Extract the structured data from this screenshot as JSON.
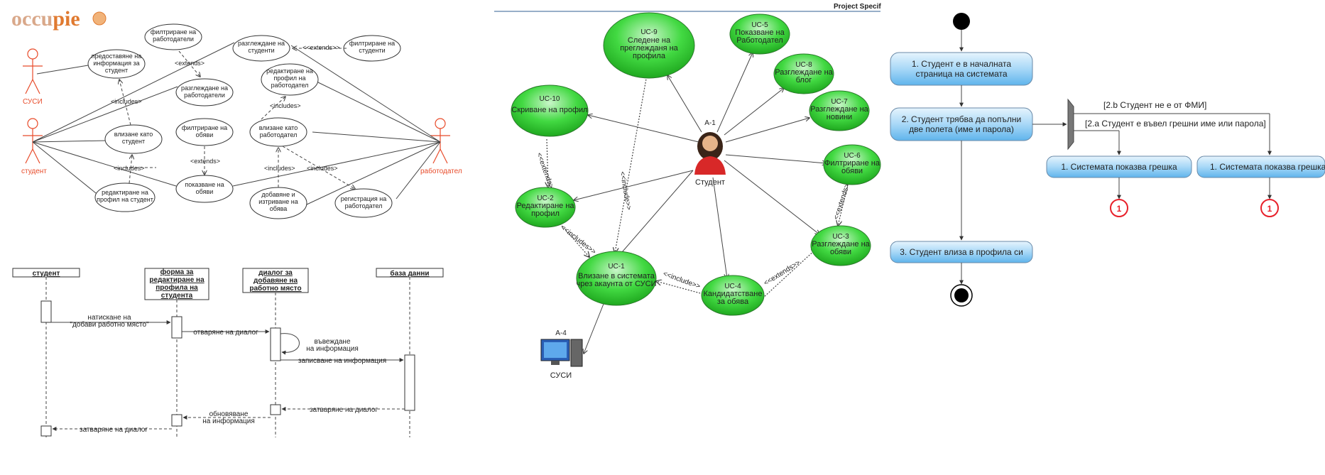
{
  "logo": {
    "text_a": "occu",
    "text_b": "pie"
  },
  "uc1": {
    "actors": {
      "susi": "СУСИ",
      "student": "студент",
      "employer": "работодател"
    },
    "cases": {
      "provide_info": [
        "предоставяне на",
        "информация за",
        "студент"
      ],
      "filter_employers": [
        "филтриране на",
        "работодатели"
      ],
      "view_students": [
        "разглеждане на",
        "студенти"
      ],
      "filter_students": [
        "филтриране на",
        "студенти"
      ],
      "view_employers": [
        "разглеждане на",
        "работодатели"
      ],
      "edit_employer": [
        "редактиране на",
        "профил на",
        "работодател"
      ],
      "login_student": [
        "влизане като",
        "студент"
      ],
      "filter_ads": [
        "филтриране на",
        "обяви"
      ],
      "login_employer": [
        "влизане като",
        "работодател"
      ],
      "edit_student": [
        "редактиране на",
        "профил на студент"
      ],
      "show_ads": [
        "показване на",
        "обяви"
      ],
      "add_remove_ad": [
        "добавяне и",
        "изтриване на",
        "обява"
      ],
      "register_employer": [
        "регистрация на",
        "работодател"
      ]
    },
    "rel": {
      "extends": "<extends>",
      "includes": "<includes>",
      "extends2": "<<extends>>"
    }
  },
  "seq": {
    "lifelines": {
      "student": "студент",
      "form": [
        "форма за",
        "редактиране на",
        "профила на",
        "студента"
      ],
      "dialog": [
        "диалог за",
        "добавяне на",
        "работно място"
      ],
      "db": "база данни"
    },
    "messages": {
      "press": [
        "натискане на",
        "\"добави работно място\""
      ],
      "open_dialog": "отваряне на диалог",
      "enter_info": [
        "въвеждане",
        "на информация"
      ],
      "save_info": "записване на информация",
      "close_dialog_1": "затваряне на диалог",
      "refresh": [
        "обновяване",
        "на информация"
      ],
      "close_dialog_2": "затваряне на диалог"
    }
  },
  "uc2": {
    "header": "Project Specif",
    "actor_student": {
      "id": "A-1",
      "name": "Студент"
    },
    "actor_susi": {
      "id": "A-4",
      "name": "СУСИ"
    },
    "cases": {
      "uc9": {
        "id": "UC-9",
        "lines": [
          "Следене на",
          "преглежданя на",
          "профила"
        ]
      },
      "uc5": {
        "id": "UC-5",
        "lines": [
          "Показване на",
          "Работодател"
        ]
      },
      "uc8": {
        "id": "UC-8",
        "lines": [
          "Разглеждане на",
          "блог"
        ]
      },
      "uc7": {
        "id": "UC-7",
        "lines": [
          "Разглеждане на",
          "новини"
        ]
      },
      "uc10": {
        "id": "UC-10",
        "lines": [
          "Скриване на профил"
        ]
      },
      "uc6": {
        "id": "UC-6",
        "lines": [
          "Филтриране на",
          "обяви"
        ]
      },
      "uc2": {
        "id": "UC-2",
        "lines": [
          "Редактиране на",
          "профил"
        ]
      },
      "uc3": {
        "id": "UC-3",
        "lines": [
          "Разглеждане на",
          "обяви"
        ]
      },
      "uc1": {
        "id": "UC-1",
        "lines": [
          "Влизане в системата",
          "чрез акаунта от СУСИ"
        ]
      },
      "uc4": {
        "id": "UC-4",
        "lines": [
          "Кандидатстване",
          "за обява"
        ]
      }
    },
    "rel": {
      "extends": "<<extends>>",
      "include": "<<include>>",
      "includes": "<<includes>>"
    }
  },
  "activity": {
    "step1": [
      "1.  Студент е в началната",
      "страница на системата"
    ],
    "step2": [
      "2.  Студент трябва да попълни",
      "две полета (име и парола)"
    ],
    "step3": "3.  Студент влиза в профила си",
    "guard_b": "[2.b  Студент не е от ФМИ]",
    "guard_a": "[2.a  Студент е въвел грешни име или парола]",
    "error1": "1.  Системата показва грешка",
    "error2": "1.  Системата показва грешка",
    "connector": "1"
  },
  "colors": {
    "green": "#3fd43f",
    "blue": "#7cc4f2",
    "red": "#e8202a",
    "actor_red": "#e84b2a"
  }
}
